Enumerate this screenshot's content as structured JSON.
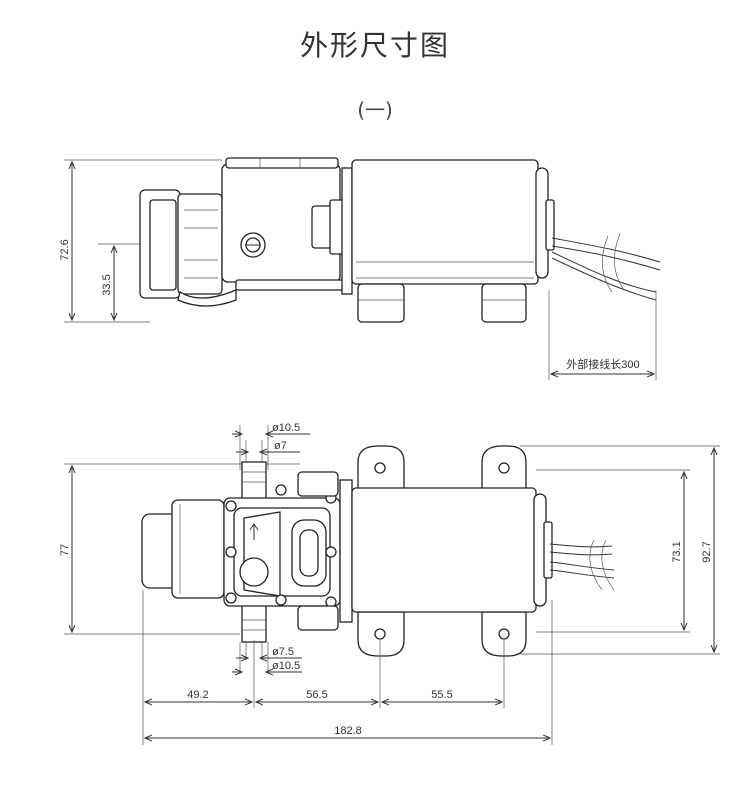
{
  "title": "外形尺寸图",
  "subtitle": "(一)",
  "view1": {
    "dim_height_total": "72.6",
    "dim_height_center": "33.5",
    "dim_wire_length": "外部接线长300"
  },
  "view2": {
    "dim_port_outer_top": "ø10.5",
    "dim_port_inner_top": "ø7",
    "dim_height_head": "77",
    "dim_port_inner_bottom": "ø7.5",
    "dim_port_outer_bottom": "ø10.5",
    "dim_mount_inner": "73.1",
    "dim_mount_outer": "92.7",
    "dim_len_head": "49.2",
    "dim_len_mid": "56.5",
    "dim_len_mount": "55.5",
    "dim_len_total": "182.8"
  }
}
